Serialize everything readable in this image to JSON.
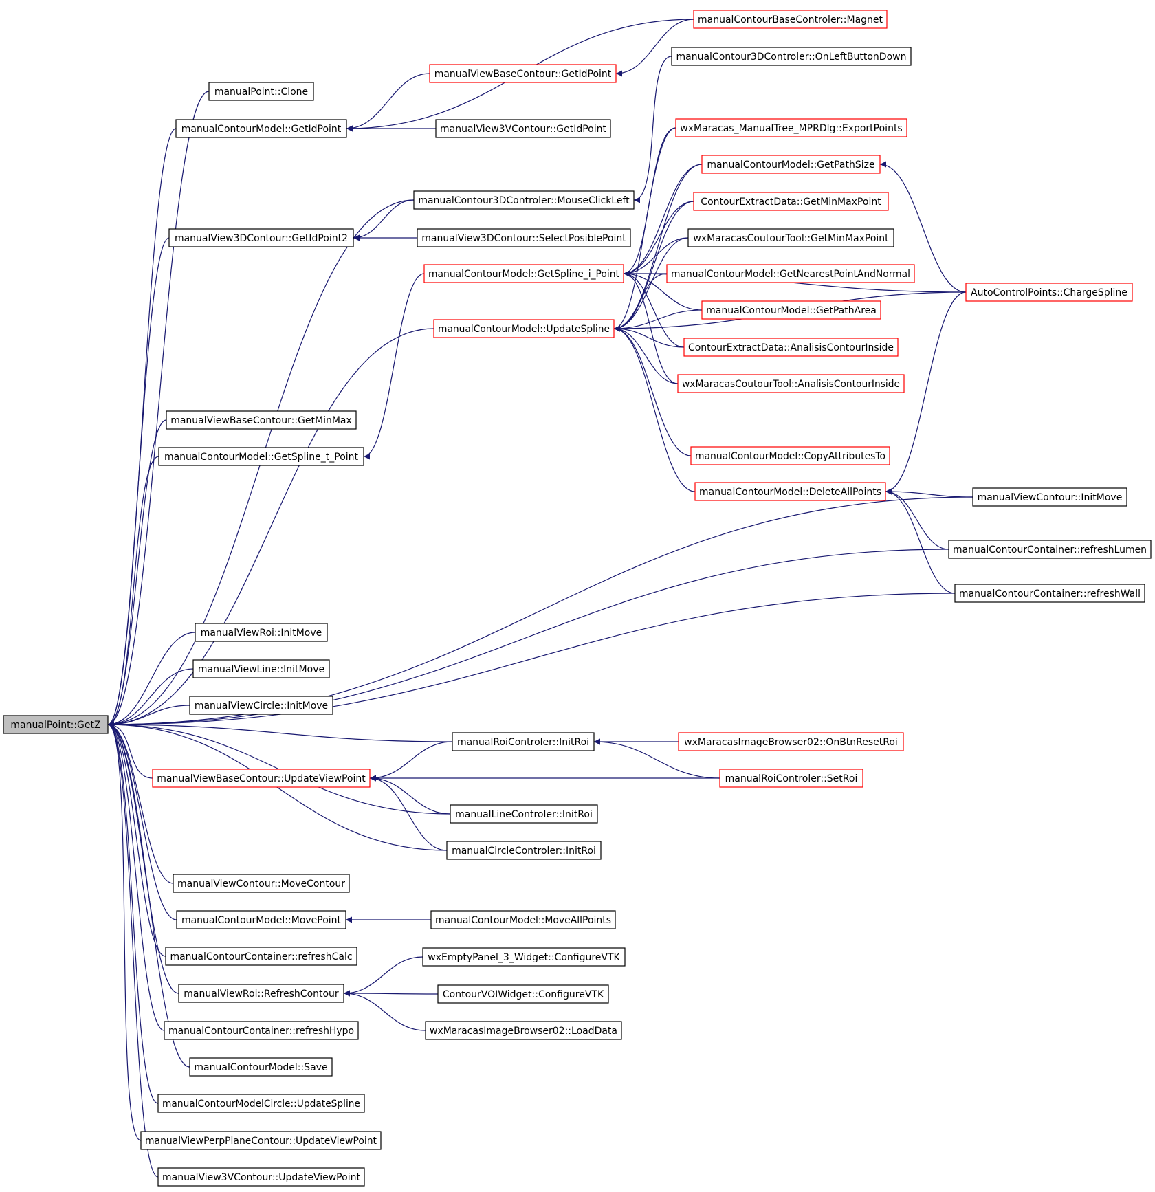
{
  "colors": {
    "edge": "#191970",
    "border_normal": "#000000",
    "border_truncated": "#ff0000",
    "root_fill": "#bfbfbf",
    "node_fill": "#ffffff"
  },
  "nodes": [
    {
      "id": "root",
      "label": "manualPoint::GetZ",
      "style": "root"
    },
    {
      "id": "mp_clone",
      "label": "manualPoint::Clone",
      "style": "normal"
    },
    {
      "id": "cm_getidpoint",
      "label": "manualContourModel::GetIdPoint",
      "style": "normal"
    },
    {
      "id": "v3d_getidpoint2",
      "label": "manualView3DContour::GetIdPoint2",
      "style": "normal"
    },
    {
      "id": "vbc_getminmax",
      "label": "manualViewBaseContour::GetMinMax",
      "style": "normal"
    },
    {
      "id": "cm_getspline_t",
      "label": "manualContourModel::GetSpline_t_Point",
      "style": "normal"
    },
    {
      "id": "vroi_initmove",
      "label": "manualViewRoi::InitMove",
      "style": "normal"
    },
    {
      "id": "vline_initmove",
      "label": "manualViewLine::InitMove",
      "style": "normal"
    },
    {
      "id": "vcircle_initmove",
      "label": "manualViewCircle::InitMove",
      "style": "normal"
    },
    {
      "id": "vbc_updateviewpoint",
      "label": "manualViewBaseContour::UpdateViewPoint",
      "style": "truncated"
    },
    {
      "id": "vc_movecontour",
      "label": "manualViewContour::MoveContour",
      "style": "normal"
    },
    {
      "id": "cm_movepoint",
      "label": "manualContourModel::MovePoint",
      "style": "normal"
    },
    {
      "id": "cc_refreshcalc",
      "label": "manualContourContainer::refreshCalc",
      "style": "normal"
    },
    {
      "id": "vroi_refreshcontour",
      "label": "manualViewRoi::RefreshContour",
      "style": "normal"
    },
    {
      "id": "cc_refreshhypo",
      "label": "manualContourContainer::refreshHypo",
      "style": "normal"
    },
    {
      "id": "cm_save",
      "label": "manualContourModel::Save",
      "style": "normal"
    },
    {
      "id": "cmc_updatespline",
      "label": "manualContourModelCircle::UpdateSpline",
      "style": "normal"
    },
    {
      "id": "vpp_updateviewpoint",
      "label": "manualViewPerpPlaneContour::UpdateViewPoint",
      "style": "normal"
    },
    {
      "id": "v3v_updateviewpoint",
      "label": "manualView3VContour::UpdateViewPoint",
      "style": "normal"
    },
    {
      "id": "vbc_getidpoint",
      "label": "manualViewBaseContour::GetIdPoint",
      "style": "truncated"
    },
    {
      "id": "v3v_getidpoint",
      "label": "manualView3VContour::GetIdPoint",
      "style": "normal"
    },
    {
      "id": "c3d_mouseclickleft",
      "label": "manualContour3DControler::MouseClickLeft",
      "style": "normal"
    },
    {
      "id": "v3d_selectposible",
      "label": "manualView3DContour::SelectPosiblePoint",
      "style": "normal"
    },
    {
      "id": "cm_getspline_i",
      "label": "manualContourModel::GetSpline_i_Point",
      "style": "truncated"
    },
    {
      "id": "cm_updatespline",
      "label": "manualContourModel::UpdateSpline",
      "style": "truncated"
    },
    {
      "id": "roic_initroi",
      "label": "manualRoiControler::InitRoi",
      "style": "normal"
    },
    {
      "id": "linec_initroi",
      "label": "manualLineControler::InitRoi",
      "style": "normal"
    },
    {
      "id": "circlec_initroi",
      "label": "manualCircleControler::InitRoi",
      "style": "normal"
    },
    {
      "id": "cm_moveallpoints",
      "label": "manualContourModel::MoveAllPoints",
      "style": "normal"
    },
    {
      "id": "wxep_configurevtk",
      "label": "wxEmptyPanel_3_Widget::ConfigureVTK",
      "style": "normal"
    },
    {
      "id": "cvoi_configurevtk",
      "label": "ContourVOIWidget::ConfigureVTK",
      "style": "normal"
    },
    {
      "id": "wxib_loaddata",
      "label": "wxMaracasImageBrowser02::LoadData",
      "style": "normal"
    },
    {
      "id": "cbc_magnet",
      "label": "manualContourBaseControler::Magnet",
      "style": "truncated"
    },
    {
      "id": "c3d_onleftbuttondown",
      "label": "manualContour3DControler::OnLeftButtonDown",
      "style": "normal"
    },
    {
      "id": "wxmt_exportpoints",
      "label": "wxMaracas_ManualTree_MPRDlg::ExportPoints",
      "style": "truncated"
    },
    {
      "id": "cm_getpathsize",
      "label": "manualContourModel::GetPathSize",
      "style": "truncated"
    },
    {
      "id": "ced_getminmaxpoint",
      "label": "ContourExtractData::GetMinMaxPoint",
      "style": "truncated"
    },
    {
      "id": "wxct_getminmaxpoint",
      "label": "wxMaracasCoutourTool::GetMinMaxPoint",
      "style": "normal"
    },
    {
      "id": "cm_getnearest",
      "label": "manualContourModel::GetNearestPointAndNormal",
      "style": "truncated"
    },
    {
      "id": "cm_getpatharea",
      "label": "manualContourModel::GetPathArea",
      "style": "truncated"
    },
    {
      "id": "ced_analisis",
      "label": "ContourExtractData::AnalisisContourInside",
      "style": "truncated"
    },
    {
      "id": "wxct_analisis",
      "label": "wxMaracasCoutourTool::AnalisisContourInside",
      "style": "truncated"
    },
    {
      "id": "cm_copyattributes",
      "label": "manualContourModel::CopyAttributesTo",
      "style": "truncated"
    },
    {
      "id": "cm_deleteallpoints",
      "label": "manualContourModel::DeleteAllPoints",
      "style": "truncated"
    },
    {
      "id": "wxib_onbtnresetroi",
      "label": "wxMaracasImageBrowser02::OnBtnResetRoi",
      "style": "truncated"
    },
    {
      "id": "roic_setroi",
      "label": "manualRoiControler::SetRoi",
      "style": "truncated"
    },
    {
      "id": "acp_chargespline",
      "label": "AutoControlPoints::ChargeSpline",
      "style": "truncated"
    },
    {
      "id": "vc_initmove",
      "label": "manualViewContour::InitMove",
      "style": "normal"
    },
    {
      "id": "cc_refreshlumen",
      "label": "manualContourContainer::refreshLumen",
      "style": "normal"
    },
    {
      "id": "cc_refreshwall",
      "label": "manualContourContainer::refreshWall",
      "style": "normal"
    }
  ],
  "edges": [
    [
      "mp_clone",
      "root"
    ],
    [
      "cm_getidpoint",
      "root"
    ],
    [
      "c3d_mouseclickleft",
      "root"
    ],
    [
      "v3d_getidpoint2",
      "root"
    ],
    [
      "vbc_getminmax",
      "root"
    ],
    [
      "cm_getspline_t",
      "root"
    ],
    [
      "cm_updatespline",
      "root"
    ],
    [
      "vc_initmove",
      "root"
    ],
    [
      "cc_refreshlumen",
      "root"
    ],
    [
      "cc_refreshwall",
      "root"
    ],
    [
      "vroi_initmove",
      "root"
    ],
    [
      "vline_initmove",
      "root"
    ],
    [
      "vcircle_initmove",
      "root"
    ],
    [
      "roic_initroi",
      "root"
    ],
    [
      "vbc_updateviewpoint",
      "root"
    ],
    [
      "linec_initroi",
      "root"
    ],
    [
      "circlec_initroi",
      "root"
    ],
    [
      "vc_movecontour",
      "root"
    ],
    [
      "cm_movepoint",
      "root"
    ],
    [
      "cc_refreshcalc",
      "root"
    ],
    [
      "vroi_refreshcontour",
      "root"
    ],
    [
      "cc_refreshhypo",
      "root"
    ],
    [
      "cm_save",
      "root"
    ],
    [
      "cmc_updatespline",
      "root"
    ],
    [
      "vpp_updateviewpoint",
      "root"
    ],
    [
      "v3v_updateviewpoint",
      "root"
    ],
    [
      "cbc_magnet",
      "cm_getidpoint"
    ],
    [
      "vbc_getidpoint",
      "cm_getidpoint"
    ],
    [
      "v3v_getidpoint",
      "cm_getidpoint"
    ],
    [
      "cbc_magnet",
      "vbc_getidpoint"
    ],
    [
      "c3d_mouseclickleft",
      "v3d_getidpoint2"
    ],
    [
      "v3d_selectposible",
      "v3d_getidpoint2"
    ],
    [
      "c3d_onleftbuttondown",
      "c3d_mouseclickleft"
    ],
    [
      "cm_getspline_i",
      "cm_getspline_t"
    ],
    [
      "wxmt_exportpoints",
      "cm_getspline_i"
    ],
    [
      "cm_getpathsize",
      "cm_getspline_i"
    ],
    [
      "ced_getminmaxpoint",
      "cm_getspline_i"
    ],
    [
      "wxct_getminmaxpoint",
      "cm_getspline_i"
    ],
    [
      "cm_getnearest",
      "cm_getspline_i"
    ],
    [
      "cm_getpatharea",
      "cm_getspline_i"
    ],
    [
      "ced_analisis",
      "cm_getspline_i"
    ],
    [
      "wxct_analisis",
      "cm_getspline_i"
    ],
    [
      "acp_chargespline",
      "cm_getspline_i"
    ],
    [
      "wxmt_exportpoints",
      "cm_updatespline"
    ],
    [
      "cm_getpathsize",
      "cm_updatespline"
    ],
    [
      "ced_getminmaxpoint",
      "cm_updatespline"
    ],
    [
      "wxct_getminmaxpoint",
      "cm_updatespline"
    ],
    [
      "cm_getnearest",
      "cm_updatespline"
    ],
    [
      "cm_getpatharea",
      "cm_updatespline"
    ],
    [
      "ced_analisis",
      "cm_updatespline"
    ],
    [
      "wxct_analisis",
      "cm_updatespline"
    ],
    [
      "acp_chargespline",
      "cm_updatespline"
    ],
    [
      "cm_copyattributes",
      "cm_updatespline"
    ],
    [
      "cm_deleteallpoints",
      "cm_updatespline"
    ],
    [
      "acp_chargespline",
      "cm_getpathsize"
    ],
    [
      "acp_chargespline",
      "cm_deleteallpoints"
    ],
    [
      "vc_initmove",
      "cm_deleteallpoints"
    ],
    [
      "cc_refreshlumen",
      "cm_deleteallpoints"
    ],
    [
      "cc_refreshwall",
      "cm_deleteallpoints"
    ],
    [
      "wxib_onbtnresetroi",
      "roic_initroi"
    ],
    [
      "roic_setroi",
      "roic_initroi"
    ],
    [
      "roic_initroi",
      "vbc_updateviewpoint"
    ],
    [
      "roic_setroi",
      "vbc_updateviewpoint"
    ],
    [
      "linec_initroi",
      "vbc_updateviewpoint"
    ],
    [
      "circlec_initroi",
      "vbc_updateviewpoint"
    ],
    [
      "cm_moveallpoints",
      "cm_movepoint"
    ],
    [
      "wxep_configurevtk",
      "vroi_refreshcontour"
    ],
    [
      "cvoi_configurevtk",
      "vroi_refreshcontour"
    ],
    [
      "wxib_loaddata",
      "vroi_refreshcontour"
    ]
  ]
}
